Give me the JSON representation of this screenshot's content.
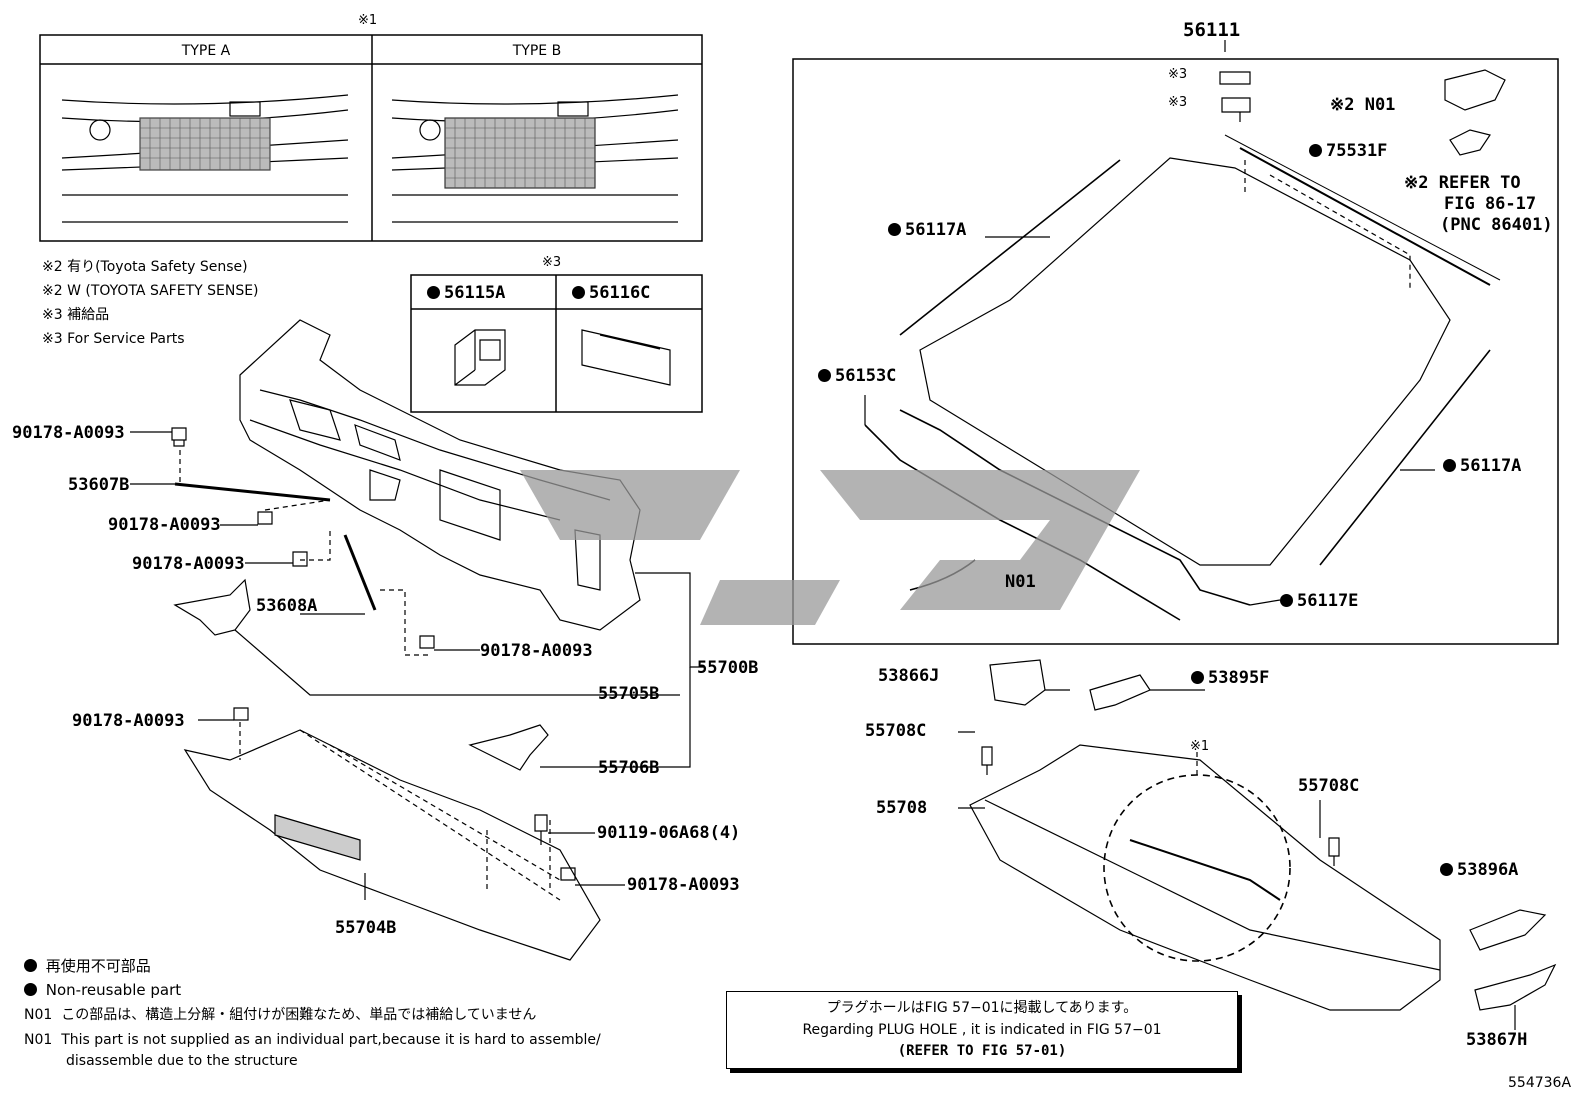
{
  "figure_id": "554736A",
  "inset_type": {
    "mark": "※1",
    "type_a": "TYPE A",
    "type_b": "TYPE B"
  },
  "notes": {
    "n1": "※2 有り(Toyota Safety Sense)",
    "n2": "※2 W (TOYOTA SAFETY SENSE)",
    "n3": "※3 補給品",
    "n4": "※3 For Service Parts"
  },
  "service_parts_table": {
    "mark": "※3",
    "part_a": "56115A",
    "part_b": "56116C"
  },
  "labels": {
    "l_90178_1": "90178-A0093",
    "l_53607B": "53607B",
    "l_90178_2": "90178-A0093",
    "l_90178_3": "90178-A0093",
    "l_53608A": "53608A",
    "l_90178_4": "90178-A0093",
    "l_55705B": "55705B",
    "l_55700B": "55700B",
    "l_90178_5": "90178-A0093",
    "l_55706B": "55706B",
    "l_90119": "90119-06A68(4)",
    "l_90178_6": "90178-A0093",
    "l_55704B": "55704B",
    "l_56111": "56111",
    "l_mark3a": "※3",
    "l_mark3b": "※3",
    "l_N01_top": "※2 N01",
    "l_75531F": "75531F",
    "l_refer1": "※2 REFER TO",
    "l_refer2": "FIG 86-17",
    "l_refer3": "(PNC 86401)",
    "l_56117A_1": "56117A",
    "l_56153C": "56153C",
    "l_56117A_2": "56117A",
    "l_N01": "N01",
    "l_56117E": "56117E",
    "l_53866J": "53866J",
    "l_53895F": "53895F",
    "l_55708C_1": "55708C",
    "l_mark1": "※1",
    "l_55708C_2": "55708C",
    "l_55708": "55708",
    "l_53896A": "53896A",
    "l_53867H": "53867H"
  },
  "legend": {
    "jp_nonreusable": "再使用不可部品",
    "en_nonreusable": "Non-reusable part",
    "n01_code": "N01",
    "n01_jp": "この部品は、構造上分解・組付けが困難なため、単品では補給していません",
    "n01_en_1": "This part is not supplied as an individual part,because it is hard to assemble/",
    "n01_en_2": "disassemble due to the structure"
  },
  "plug_hole": {
    "jp": "プラグホールはFIG 57−01に掲載してあります。",
    "en": "Regarding  PLUG  HOLE , it is indicated in FIG 57−01",
    "ref": "(REFER TO FIG 57-01)"
  }
}
